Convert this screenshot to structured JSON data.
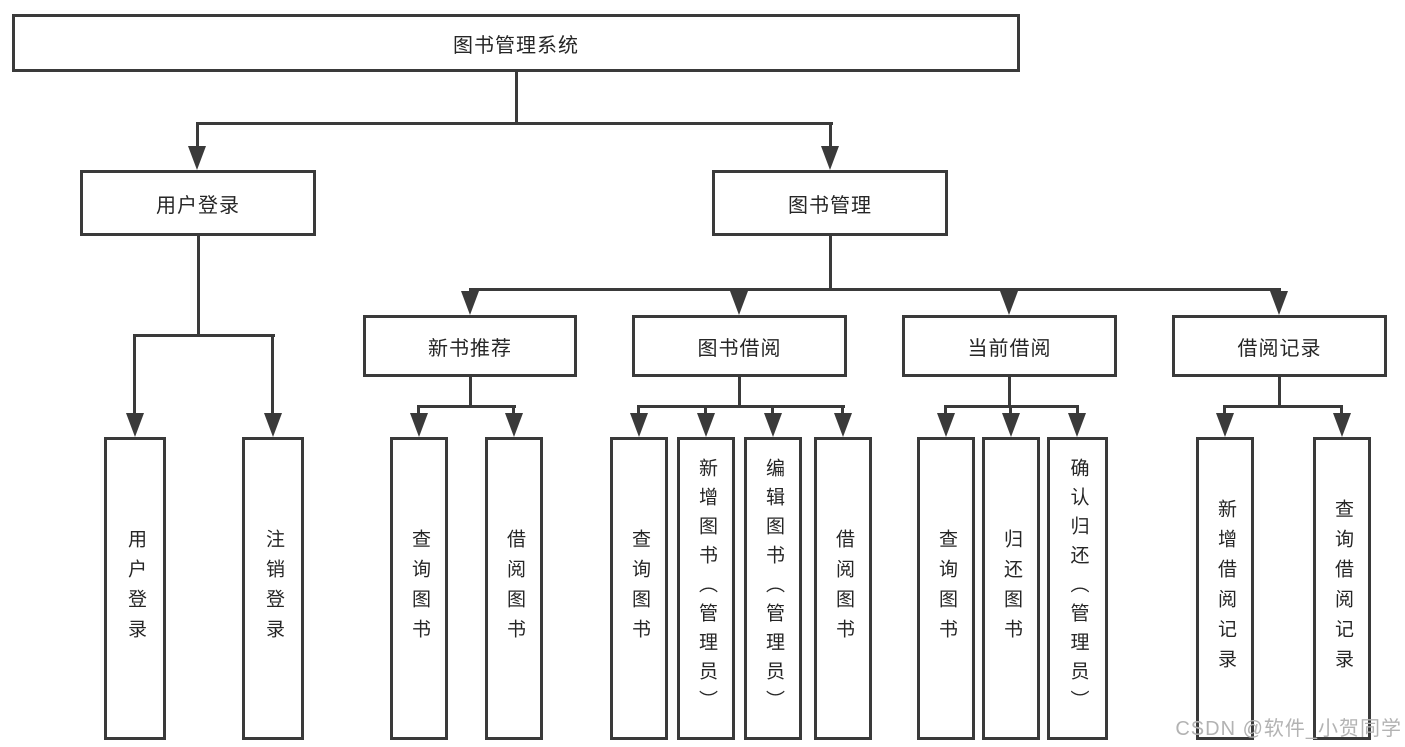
{
  "diagram": {
    "type": "tree",
    "root": {
      "label": "图书管理系统"
    },
    "branches": [
      {
        "label": "用户登录",
        "children": [
          {
            "label": "用户登录"
          },
          {
            "label": "注销登录"
          }
        ]
      },
      {
        "label": "图书管理",
        "children": [
          {
            "label": "新书推荐",
            "children": [
              {
                "label": "查询图书"
              },
              {
                "label": "借阅图书"
              }
            ]
          },
          {
            "label": "图书借阅",
            "children": [
              {
                "label": "查询图书"
              },
              {
                "label": "新增图书（管理员）"
              },
              {
                "label": "编辑图书（管理员）"
              },
              {
                "label": "借阅图书"
              }
            ]
          },
          {
            "label": "当前借阅",
            "children": [
              {
                "label": "查询图书"
              },
              {
                "label": "归还图书"
              },
              {
                "label": "确认归还（管理员）"
              }
            ]
          },
          {
            "label": "借阅记录",
            "children": [
              {
                "label": "新增借阅记录"
              },
              {
                "label": "查询借阅记录"
              }
            ]
          }
        ]
      }
    ]
  },
  "watermark": {
    "text": "CSDN @软件_小贺同学"
  },
  "colors": {
    "line": "#3a3a3a",
    "text": "#262626",
    "watermark": "#b3b3b3",
    "background": "#ffffff"
  }
}
